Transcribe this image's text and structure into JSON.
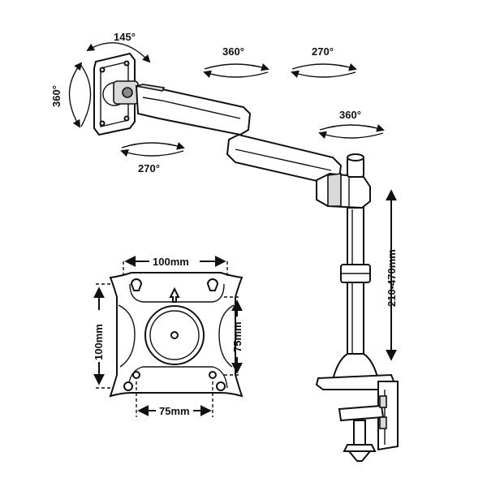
{
  "labels": {
    "tilt_angle": "145°",
    "plate_rotation": "360°",
    "head_swivel": "270°",
    "arm_swivel_left": "360°",
    "arm_swivel_right": "270°",
    "pole_swivel": "360°",
    "height_range": "210-470mm",
    "plate_width": "100mm",
    "plate_height": "100mm",
    "inner_height": "75mm",
    "inner_width": "75mm"
  }
}
